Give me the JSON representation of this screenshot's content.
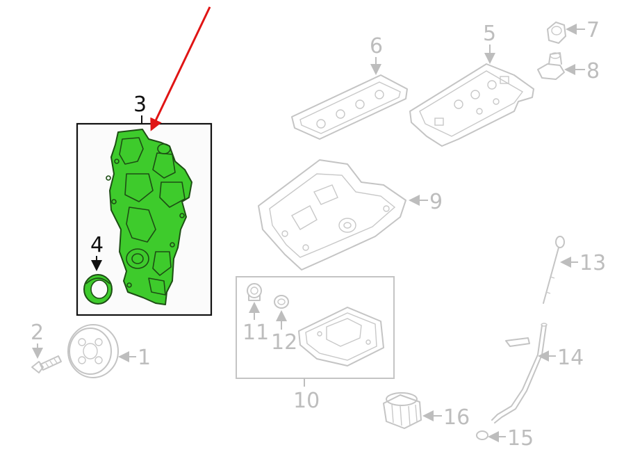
{
  "diagram": {
    "highlight_color": "#3ecb2c",
    "pointer_color": "#e01414",
    "callouts": {
      "c1": "1",
      "c2": "2",
      "c3": "3",
      "c4": "4",
      "c5": "5",
      "c6": "6",
      "c7": "7",
      "c8": "8",
      "c9": "9",
      "c10": "10",
      "c11": "11",
      "c12": "12",
      "c13": "13",
      "c14": "14",
      "c15": "15",
      "c16": "16"
    }
  }
}
